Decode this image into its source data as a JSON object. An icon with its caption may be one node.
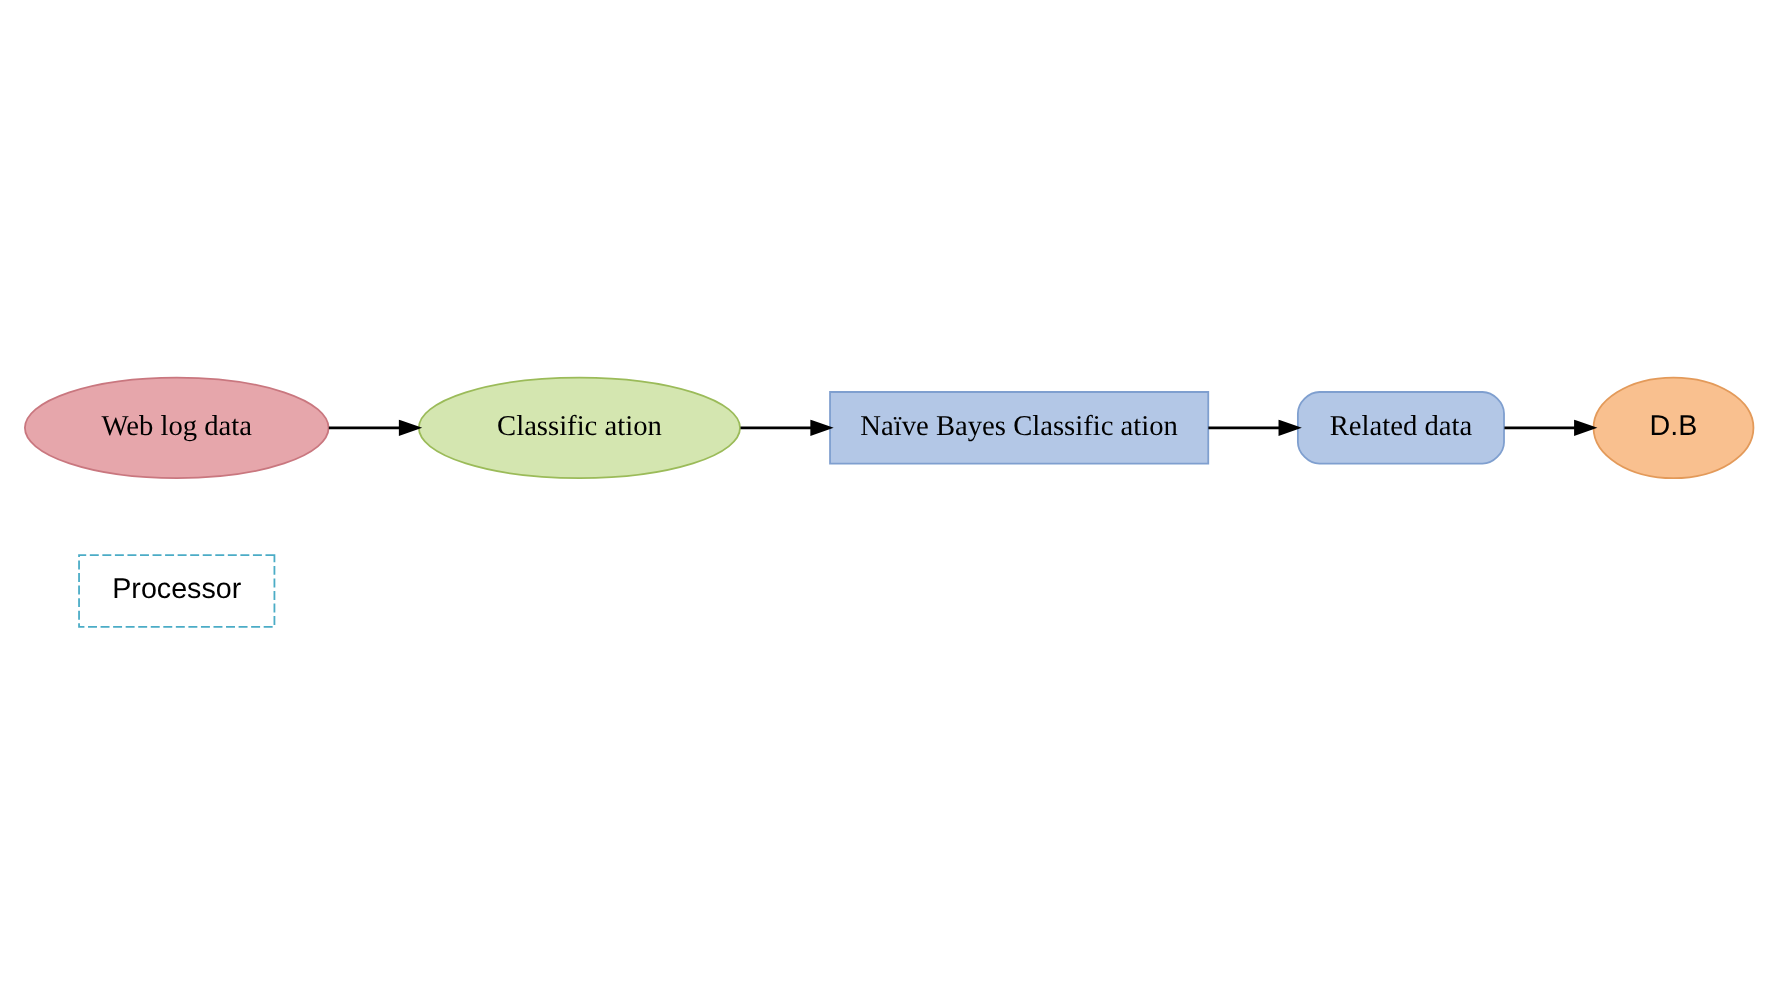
{
  "diagram": {
    "nodes": [
      {
        "text": [
          "Web log data"
        ]
      },
      {
        "text": [
          "Processor"
        ]
      },
      {
        "text": [
          "Classific ation"
        ]
      },
      {
        "text": [
          "Naïve Bayes Classific ation"
        ]
      },
      {
        "text": [
          "Related data"
        ]
      },
      {
        "text": [
          "D.B"
        ]
      }
    ],
    "edges": [
      {
        "from": 0,
        "to": 2,
        "arrow": "to"
      },
      {
        "from": 2,
        "to": 3,
        "arrow": "to"
      },
      {
        "from": 3,
        "to": 4,
        "arrow": "to"
      },
      {
        "from": 4,
        "to": 5,
        "arrow": "to"
      }
    ]
  }
}
